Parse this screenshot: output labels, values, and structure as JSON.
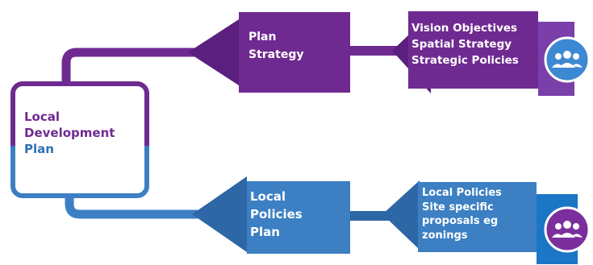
{
  "diagram": {
    "root": {
      "label_lines": [
        "Local",
        "Development",
        "Plan"
      ]
    },
    "top_branch": {
      "box_lines": [
        "Plan",
        "Strategy"
      ],
      "detail_lines": [
        "Vision Objectives",
        "Spatial Strategy",
        "Strategic Policies"
      ],
      "icon": "people-group-icon"
    },
    "bottom_branch": {
      "box_lines": [
        "Local",
        "Policies",
        "Plan"
      ],
      "detail_lines": [
        "Local Policies",
        "Site specific",
        "proposals eg",
        "zonings"
      ],
      "icon": "people-group-icon"
    }
  },
  "colors": {
    "purple": "#6f2a91",
    "purple_dark": "#5b1f7d",
    "blue": "#3c7fc3",
    "blue_dark": "#2e67a6",
    "blue_accent": "#1b76c5",
    "white": "#ffffff"
  }
}
